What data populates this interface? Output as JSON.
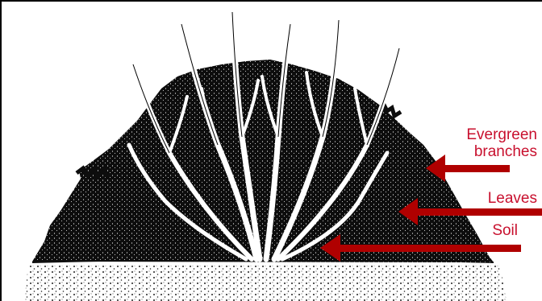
{
  "labels": {
    "evergreen_line1": "Evergreen",
    "evergreen_line2": "branches",
    "leaves": "Leaves",
    "soil": "Soil"
  },
  "colors": {
    "label_text": "#c8102e",
    "arrow": "#b00000",
    "foliage": "#0d0d0d",
    "branches": "#ffffff",
    "soil_dots": "#222222",
    "background": "#ffffff"
  }
}
